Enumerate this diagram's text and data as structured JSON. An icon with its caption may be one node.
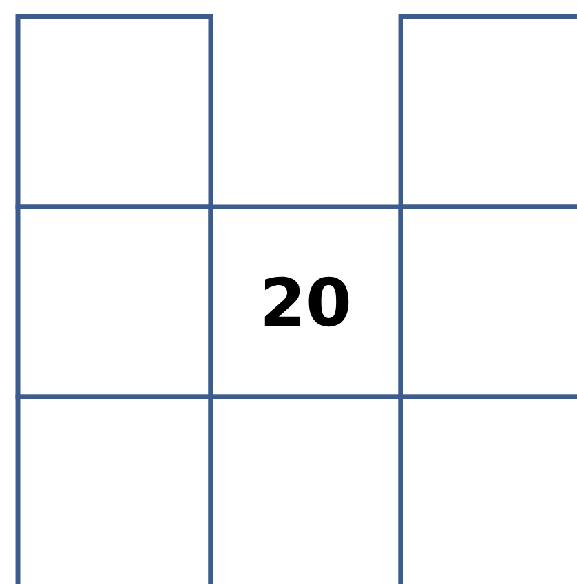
{
  "diagram": {
    "nodes": [
      {
        "text": [],
        "shape": "box"
      },
      {
        "text": [],
        "shape": "box"
      },
      {
        "text": [],
        "shape": "box"
      },
      {
        "text": [
          "20"
        ]
      },
      {
        "text": [],
        "shape": "box"
      },
      {
        "text": [],
        "shape": "box"
      },
      {
        "text": [],
        "shape": "box"
      },
      {
        "text": [],
        "shape": "box"
      }
    ]
  }
}
